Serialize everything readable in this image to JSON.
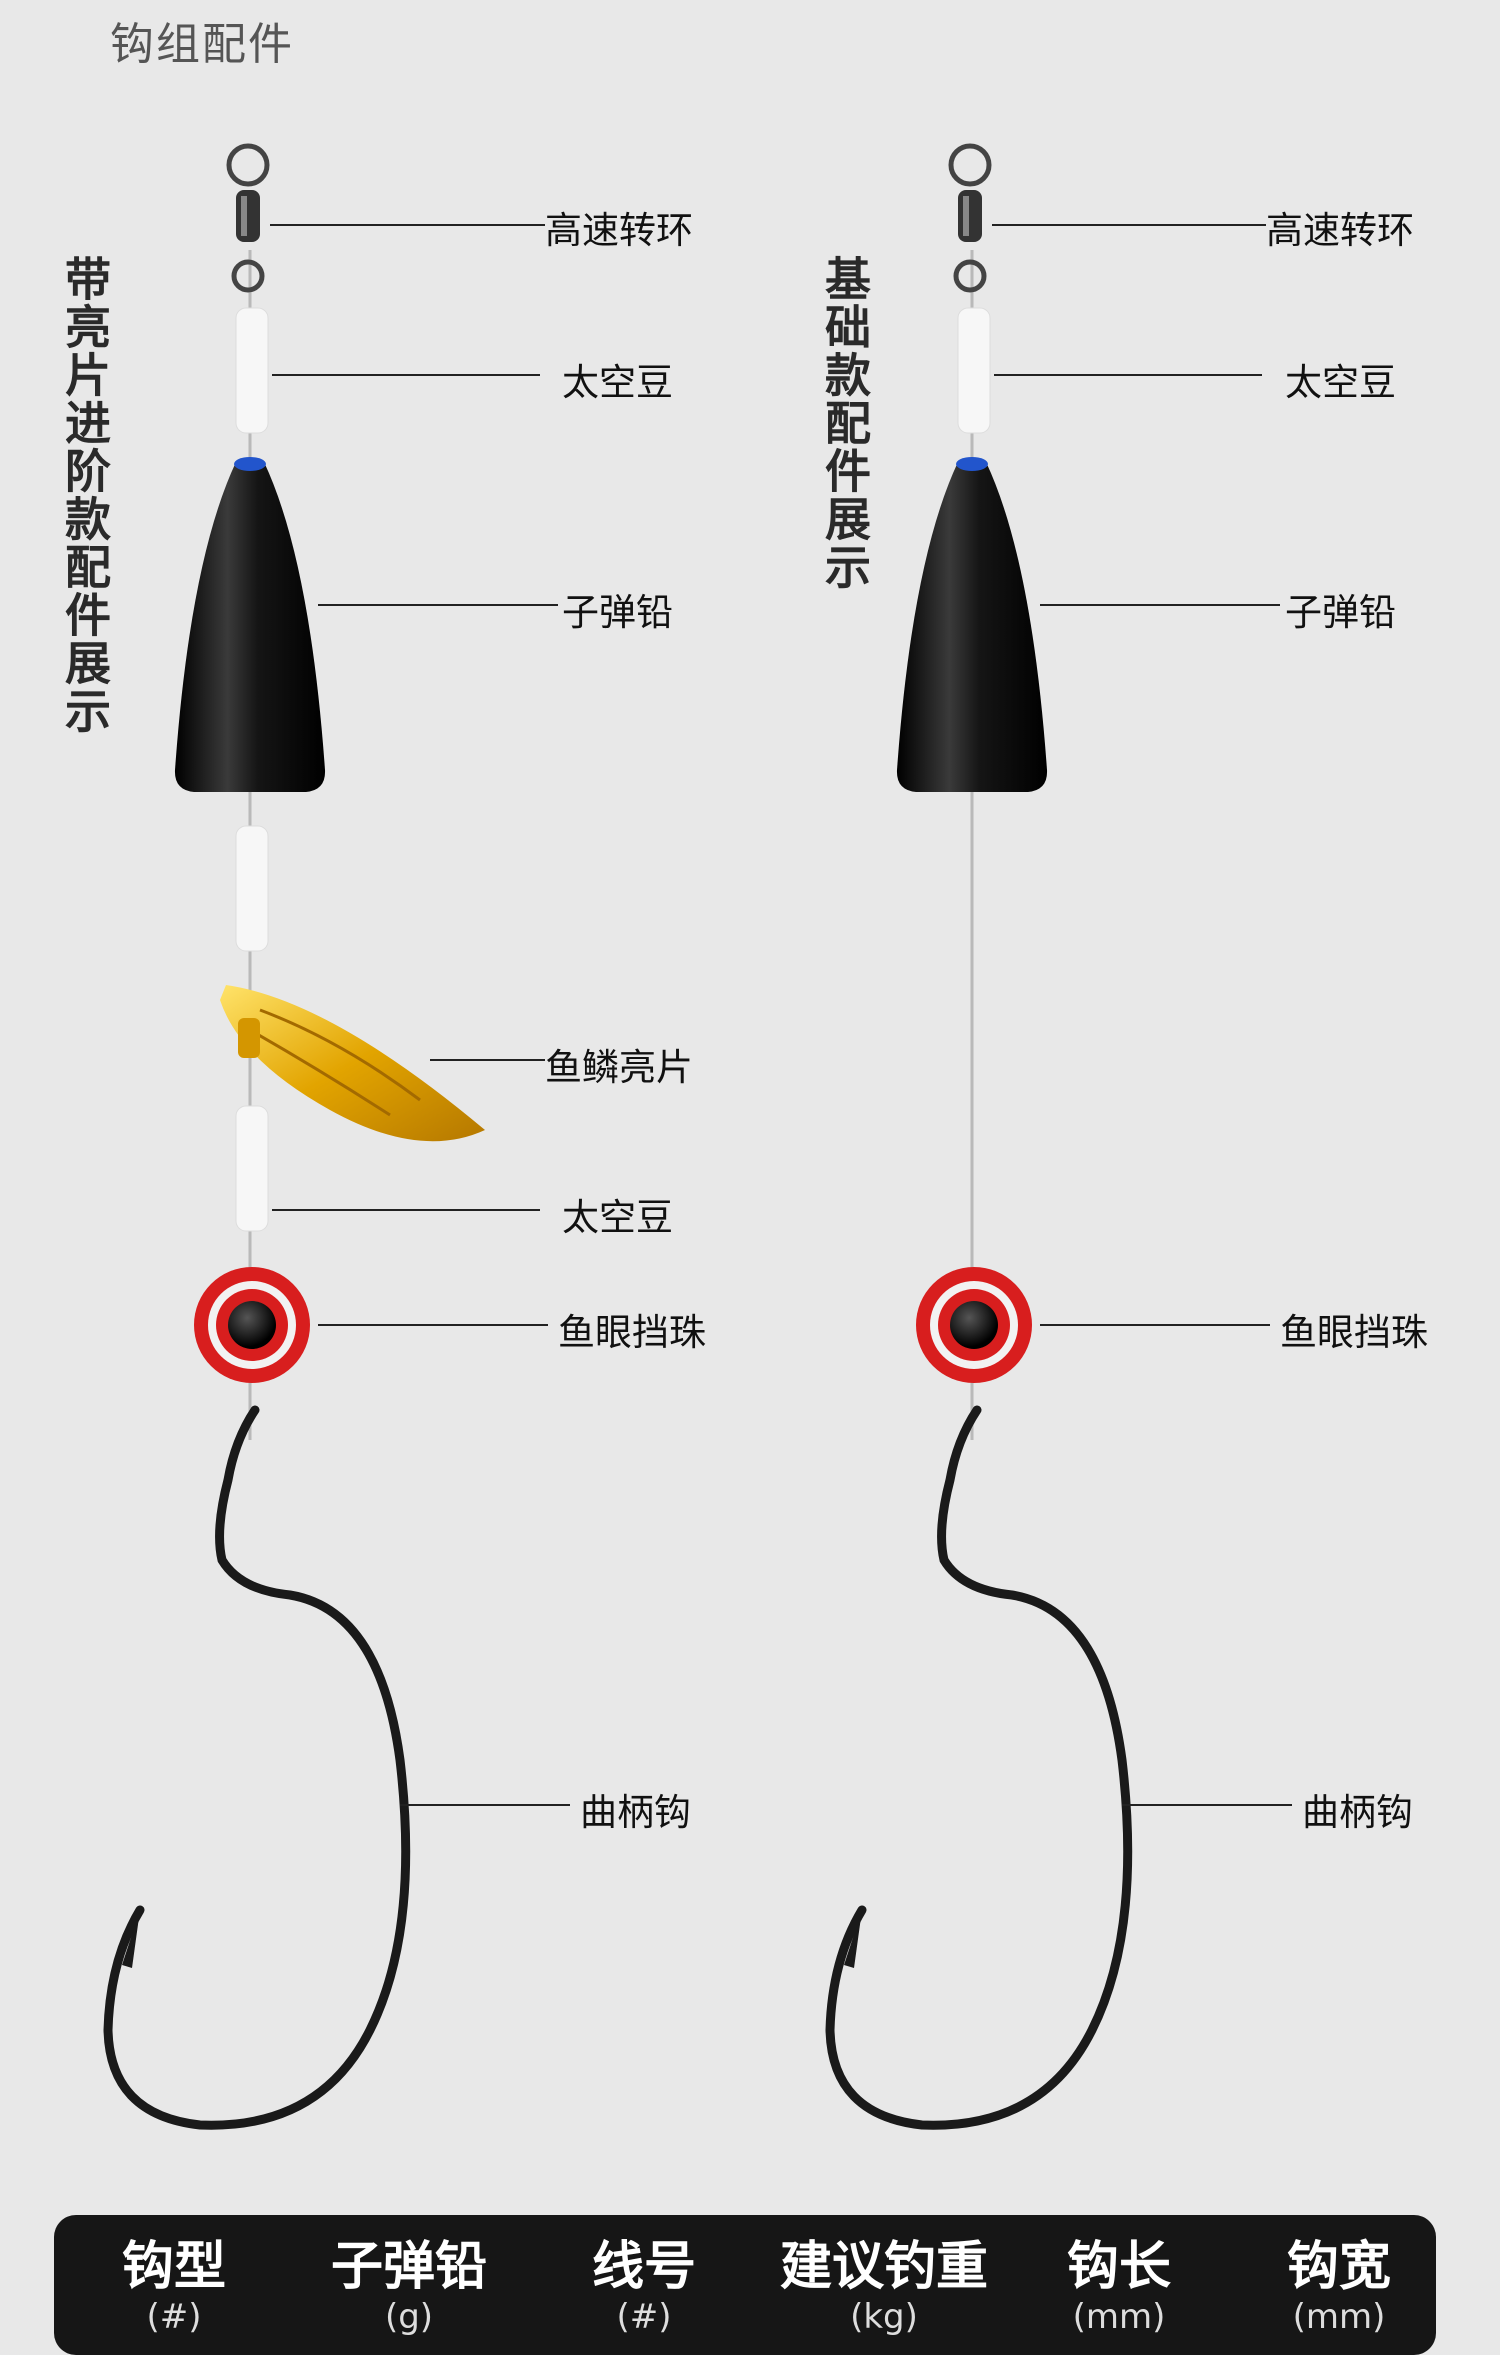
{
  "page_title": "钩组配件",
  "left_panel": {
    "title": "带亮片进阶款配件展示",
    "labels": {
      "swivel": "高速转环",
      "space_bean_1": "太空豆",
      "bullet_weight": "子弹铅",
      "fish_scale_spinner": "鱼鳞亮片",
      "space_bean_2": "太空豆",
      "fish_eye_bead": "鱼眼挡珠",
      "offset_hook": "曲柄钩"
    }
  },
  "right_panel": {
    "title": "基础款配件展示",
    "labels": {
      "swivel": "高速转环",
      "space_bean": "太空豆",
      "bullet_weight": "子弹铅",
      "fish_eye_bead": "鱼眼挡珠",
      "offset_hook": "曲柄钩"
    }
  },
  "spec_table": {
    "headers": [
      {
        "name": "钩型",
        "unit": "(#)"
      },
      {
        "name": "子弹铅",
        "unit": "(g)"
      },
      {
        "name": "线号",
        "unit": "(#)"
      },
      {
        "name": "建议钓重",
        "unit": "(kg)"
      },
      {
        "name": "钩长",
        "unit": "(mm)"
      },
      {
        "name": "钩宽",
        "unit": "(mm)"
      }
    ]
  },
  "colors": {
    "background": "#e8e8e8",
    "weight_black": "#111111",
    "weight_cap_blue": "#2255cc",
    "spinner_gold": "#e0a800",
    "bead_red": "#d81e1e",
    "table_bg": "#161616"
  },
  "icons": [
    "swivel-icon",
    "space-bean-icon",
    "bullet-weight-icon",
    "spinner-icon",
    "fish-eye-bead-icon",
    "offset-hook-icon"
  ]
}
